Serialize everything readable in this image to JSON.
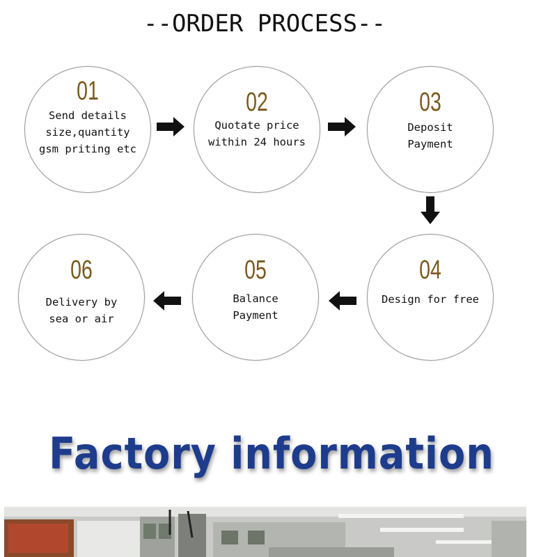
{
  "title": "--ORDER PROCESS--",
  "steps": [
    {
      "num": "01",
      "text": "Send details\nsize,quantity\ngsm priting etc"
    },
    {
      "num": "02",
      "text": "Quotate price\nwithin 24 hours"
    },
    {
      "num": "03",
      "text": "Deposit\nPayment"
    },
    {
      "num": "04",
      "text": "Design for free"
    },
    {
      "num": "05",
      "text": "Balance\nPayment"
    },
    {
      "num": "06",
      "text": "Delivery by\nsea or air"
    }
  ],
  "section_heading": "Factory information",
  "colors": {
    "number": "#7a5a1e",
    "heading": "#1e3c8c",
    "circle_border": "#9a9a9a"
  }
}
